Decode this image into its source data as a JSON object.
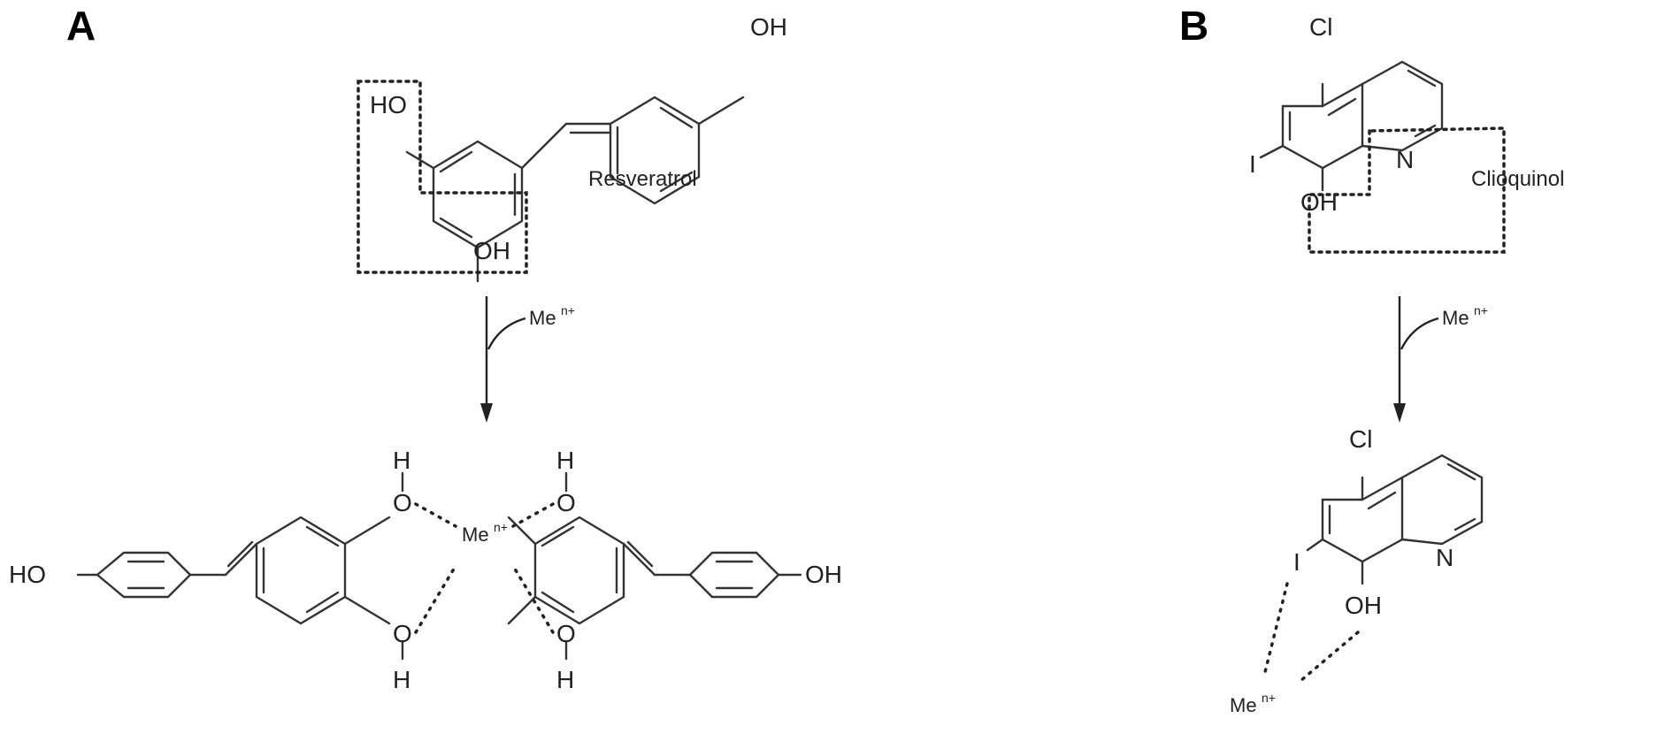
{
  "panels": {
    "a": {
      "letter": "A",
      "ligand_name": "Resveratrol",
      "reagent": {
        "symbol": "Me",
        "charge": "n+"
      },
      "atoms": {
        "oh": "OH",
        "ho": "HO",
        "o": "O",
        "h": "H"
      }
    },
    "b": {
      "letter": "B",
      "ligand_name": "Clioquinol",
      "reagent": {
        "symbol": "Me",
        "charge": "n+"
      },
      "atoms": {
        "cl": "Cl",
        "i": "I",
        "n": "N",
        "oh": "OH"
      }
    }
  },
  "colors": {
    "ink": "#222222",
    "background": "#ffffff"
  }
}
